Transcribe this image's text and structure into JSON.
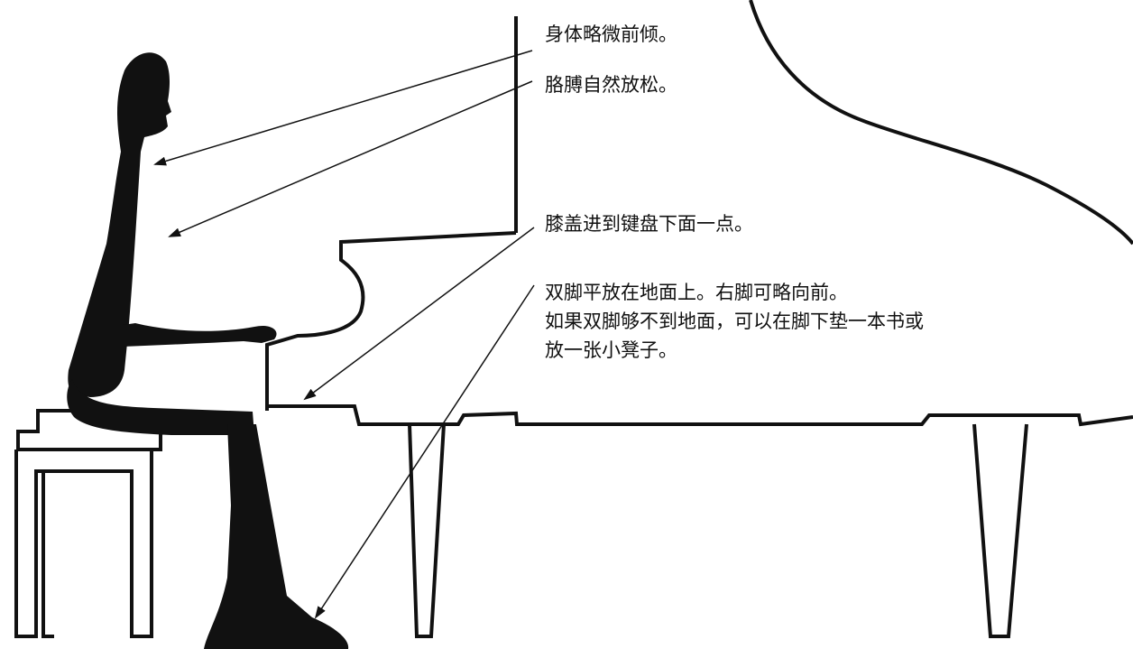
{
  "colors": {
    "ink": "#111111",
    "background": "#ffffff"
  },
  "annotations": {
    "body": "身体略微前倾。",
    "arms": "胳膊自然放松。",
    "knees": "膝盖进到键盘下面一点。",
    "feet": [
      "双脚平放在地面上。右脚可略向前。",
      "如果双脚够不到地面，可以在脚下垫一本书或",
      "放一张小凳子。"
    ]
  }
}
